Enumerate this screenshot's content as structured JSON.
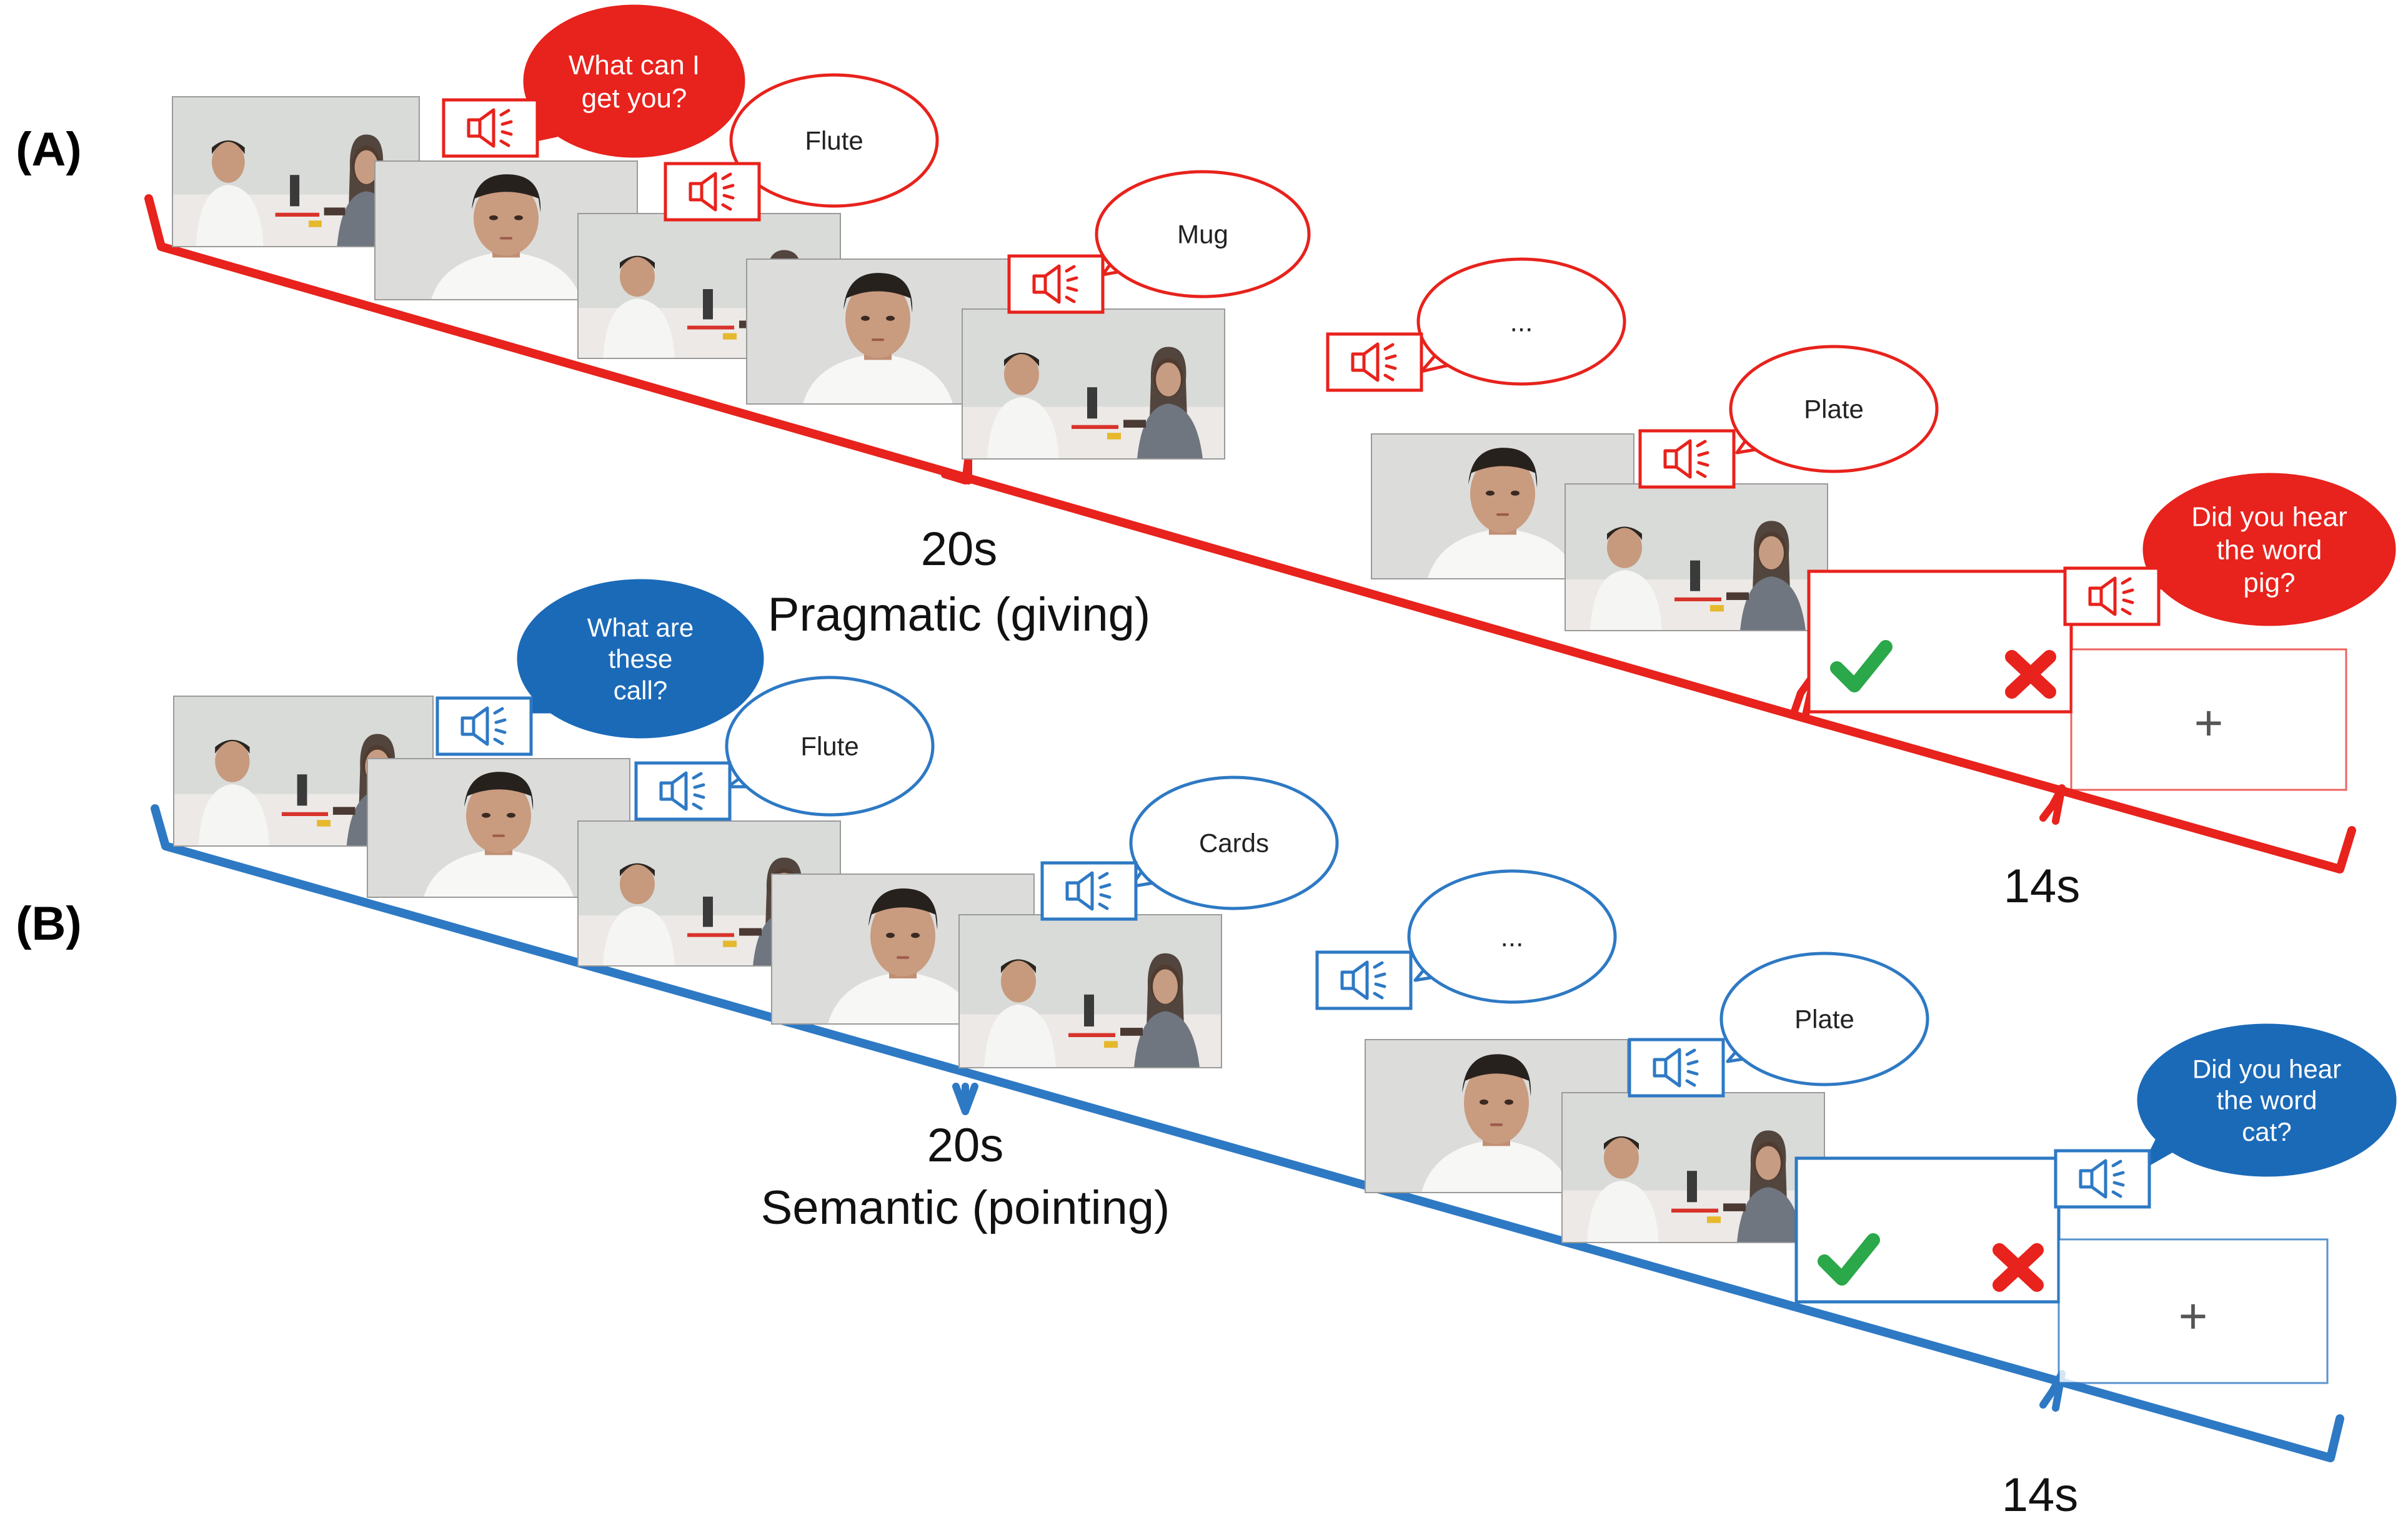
{
  "colors": {
    "pragmatic": "#e8221c",
    "semantic": "#2e79c4",
    "semantic_fill": "#1b6ab8",
    "check": "#2aa84a",
    "cross": "#e8221c",
    "photo_wall": "#d9dbd8",
    "photo_table": "#ece9e6"
  },
  "icons": {
    "speaker": "speaker-icon",
    "check": "checkmark-icon",
    "cross": "cross-icon",
    "fixation": "fixation-cross-icon"
  },
  "panels": [
    {
      "label": "(A)",
      "duration_label": "20s",
      "condition_label": "Pragmatic (giving)",
      "question_duration": "14s",
      "bubbles": [
        "What can I get you?",
        "Flute",
        "Mug",
        "...",
        "Plate",
        "Did you hear the word pig?"
      ],
      "fixation": "+"
    },
    {
      "label": "(B)",
      "duration_label": "20s",
      "condition_label": "Semantic (pointing)",
      "question_duration": "14s",
      "bubbles": [
        "What are these call?",
        "Flute",
        "Cards",
        "...",
        "Plate",
        "Did you hear the word cat?"
      ],
      "fixation": "+"
    }
  ]
}
